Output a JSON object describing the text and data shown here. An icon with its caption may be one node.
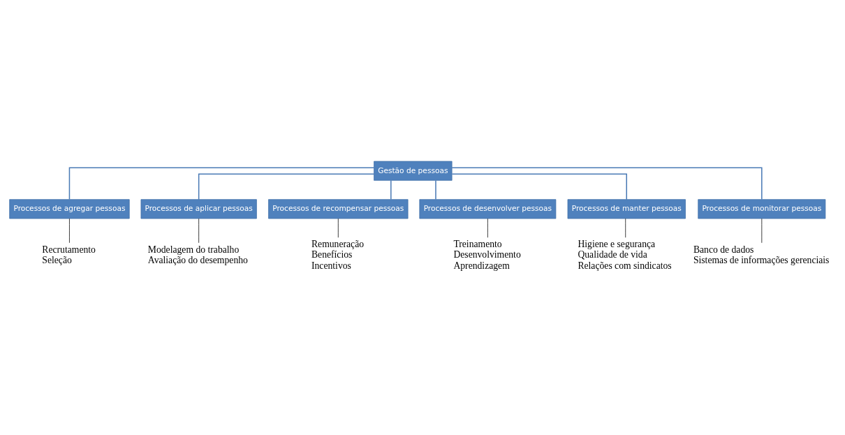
{
  "diagram": {
    "nodes": [
      {
        "text": [
          "Gestão de pessoas"
        ]
      },
      {
        "text": [
          "Processos de agregar pessoas"
        ]
      },
      {
        "text": [
          "Processos de aplicar pessoas"
        ]
      },
      {
        "text": [
          "Processos de recompensar pessoas"
        ]
      },
      {
        "text": [
          "Processos de desenvolver pessoas"
        ]
      },
      {
        "text": [
          "Processos de manter pessoas"
        ]
      },
      {
        "text": [
          "Processos de monitorar pessoas"
        ]
      },
      {
        "text": [
          "Recrutamento",
          "Seleção"
        ]
      },
      {
        "text": [
          "Modelagem do trabalho",
          "Avaliação do desempenho"
        ]
      },
      {
        "text": [
          "Remuneração",
          "Benefícios",
          "Incentivos"
        ]
      },
      {
        "text": [
          "Treinamento",
          "Desenvolvimento",
          "Aprendizagem"
        ]
      },
      {
        "text": [
          "Higiene e segurança",
          "Qualidade de vida",
          "Relações com sindicatos"
        ]
      },
      {
        "text": [
          "Banco de dados",
          "Sistemas de informações gerenciais"
        ]
      }
    ],
    "edges": [
      {
        "from": 0,
        "to": 1,
        "arrow": "none",
        "color": "#4a7ab5"
      },
      {
        "from": 0,
        "to": 2,
        "arrow": "none",
        "color": "#4a7ab5"
      },
      {
        "from": 0,
        "to": 3,
        "arrow": "none",
        "color": "#4a7ab5"
      },
      {
        "from": 0,
        "to": 4,
        "arrow": "none",
        "color": "#4a7ab5"
      },
      {
        "from": 0,
        "to": 5,
        "arrow": "none",
        "color": "#4a7ab5"
      },
      {
        "from": 0,
        "to": 6,
        "arrow": "none",
        "color": "#4a7ab5"
      },
      {
        "from": 1,
        "to": 7,
        "arrow": "none",
        "color": "#000000"
      },
      {
        "from": 2,
        "to": 8,
        "arrow": "none",
        "color": "#000000"
      },
      {
        "from": 3,
        "to": 9,
        "arrow": "none",
        "color": "#000000"
      },
      {
        "from": 4,
        "to": 10,
        "arrow": "none",
        "color": "#000000"
      },
      {
        "from": 5,
        "to": 11,
        "arrow": "none",
        "color": "#000000"
      },
      {
        "from": 6,
        "to": 12,
        "arrow": "none",
        "color": "#000000"
      }
    ]
  }
}
